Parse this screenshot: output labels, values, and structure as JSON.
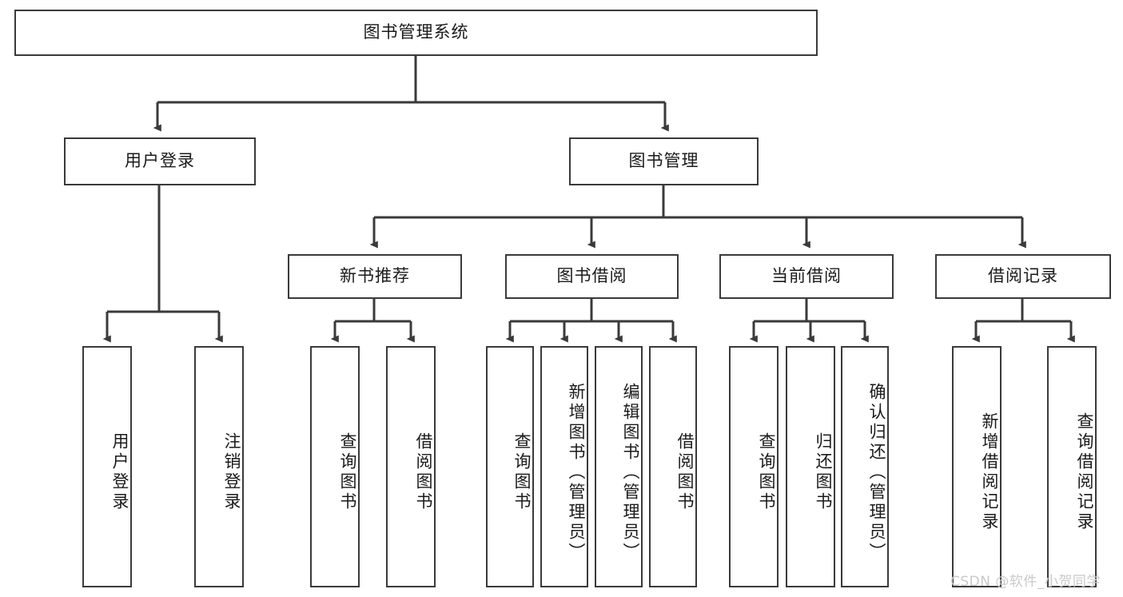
{
  "diagram": {
    "type": "tree-hierarchy",
    "title": "图书管理系统",
    "watermark": "CSDN @软件_小贺同学",
    "colors": {
      "stroke": "#3a3a3a",
      "fill": "#ffffff",
      "text": "#1a1a1a",
      "watermark": "#c9c9c9",
      "background": "#ffffff"
    },
    "levels": {
      "root": {
        "label": "图书管理系统",
        "orientation": "horizontal"
      },
      "level2": [
        {
          "id": "user-login",
          "label": "用户登录",
          "orientation": "horizontal"
        },
        {
          "id": "book-management",
          "label": "图书管理",
          "orientation": "horizontal"
        }
      ],
      "level3": [
        {
          "id": "new-book-recommend",
          "label": "新书推荐",
          "orientation": "horizontal",
          "parent": "book-management"
        },
        {
          "id": "book-borrow",
          "label": "图书借阅",
          "orientation": "horizontal",
          "parent": "book-management"
        },
        {
          "id": "current-borrow",
          "label": "当前借阅",
          "orientation": "horizontal",
          "parent": "book-management"
        },
        {
          "id": "borrow-record",
          "label": "借阅记录",
          "orientation": "horizontal",
          "parent": "book-management"
        }
      ],
      "leaves": [
        {
          "id": "leaf-user-login",
          "label": "用户登录",
          "orientation": "vertical",
          "parent": "user-login"
        },
        {
          "id": "leaf-user-logout",
          "label": "注销登录",
          "orientation": "vertical",
          "parent": "user-login"
        },
        {
          "id": "leaf-query-book-1",
          "label": "查询图书",
          "orientation": "vertical",
          "parent": "new-book-recommend"
        },
        {
          "id": "leaf-borrow-book-1",
          "label": "借阅图书",
          "orientation": "vertical",
          "parent": "new-book-recommend"
        },
        {
          "id": "leaf-query-book-2",
          "label": "查询图书",
          "orientation": "vertical",
          "parent": "book-borrow"
        },
        {
          "id": "leaf-add-book",
          "label": "新增图书（管理员）",
          "orientation": "vertical",
          "parent": "book-borrow"
        },
        {
          "id": "leaf-edit-book",
          "label": "编辑图书（管理员）",
          "orientation": "vertical",
          "parent": "book-borrow"
        },
        {
          "id": "leaf-borrow-book-2",
          "label": "借阅图书",
          "orientation": "vertical",
          "parent": "book-borrow"
        },
        {
          "id": "leaf-query-book-3",
          "label": "查询图书",
          "orientation": "vertical",
          "parent": "current-borrow"
        },
        {
          "id": "leaf-return-book",
          "label": "归还图书",
          "orientation": "vertical",
          "parent": "current-borrow"
        },
        {
          "id": "leaf-confirm-return",
          "label": "确认归还（管理员）",
          "orientation": "vertical",
          "parent": "current-borrow"
        },
        {
          "id": "leaf-add-record",
          "label": "新增借阅记录",
          "orientation": "vertical",
          "parent": "borrow-record"
        },
        {
          "id": "leaf-query-record",
          "label": "查询借阅记录",
          "orientation": "vertical",
          "parent": "borrow-record"
        }
      ]
    }
  }
}
